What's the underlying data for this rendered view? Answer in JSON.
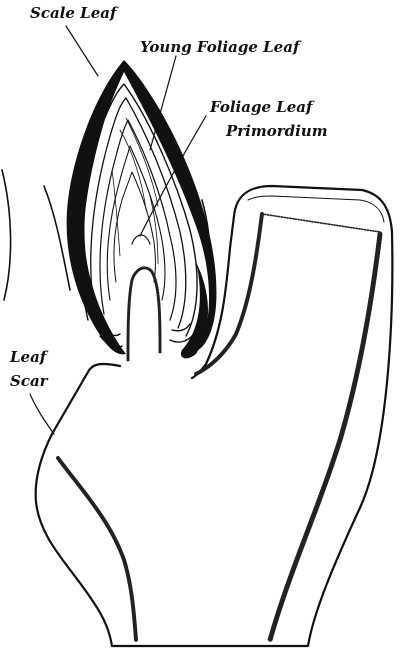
{
  "labels": {
    "scale_leaf": "Scale Leaf",
    "young_foliage_leaf": "Young Foliage Leaf",
    "foliage_leaf_line1": "Foliage Leaf",
    "foliage_leaf_line2": "Primordium",
    "leaf_scar_line1": "Leaf",
    "leaf_scar_line2": "Scar"
  },
  "colors": {
    "ink": "#111111",
    "paper": "#ffffff"
  }
}
